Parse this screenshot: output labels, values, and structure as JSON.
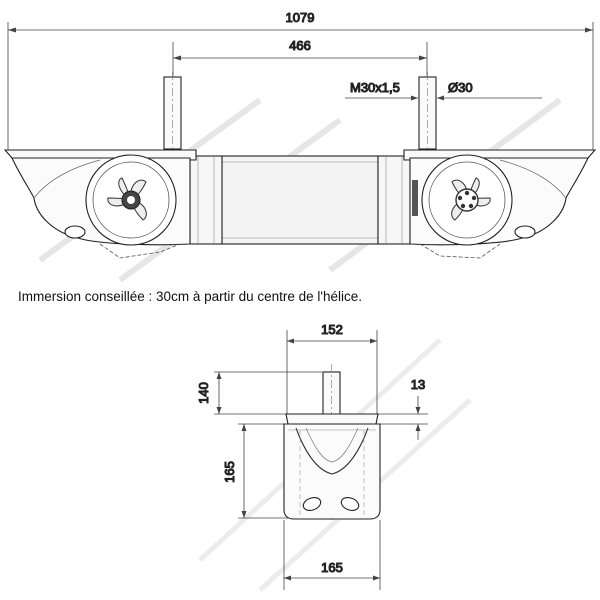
{
  "caption": "Immersion conseillée : 30cm à partir du centre de l'hélice.",
  "top_view": {
    "dim_overall": "1079",
    "dim_shaft_spacing": "466",
    "dim_thread": "M30x1,5",
    "dim_diameter": "Ø30"
  },
  "side_view": {
    "dim_width_top": "152",
    "dim_shaft_height": "140",
    "dim_plate": "13",
    "dim_body_height": "165",
    "dim_width_bottom": "165"
  },
  "colors": {
    "line": "#222222",
    "thin": "#555555",
    "fill": "#f2f2f2",
    "hatch": "#e9e9e9"
  }
}
